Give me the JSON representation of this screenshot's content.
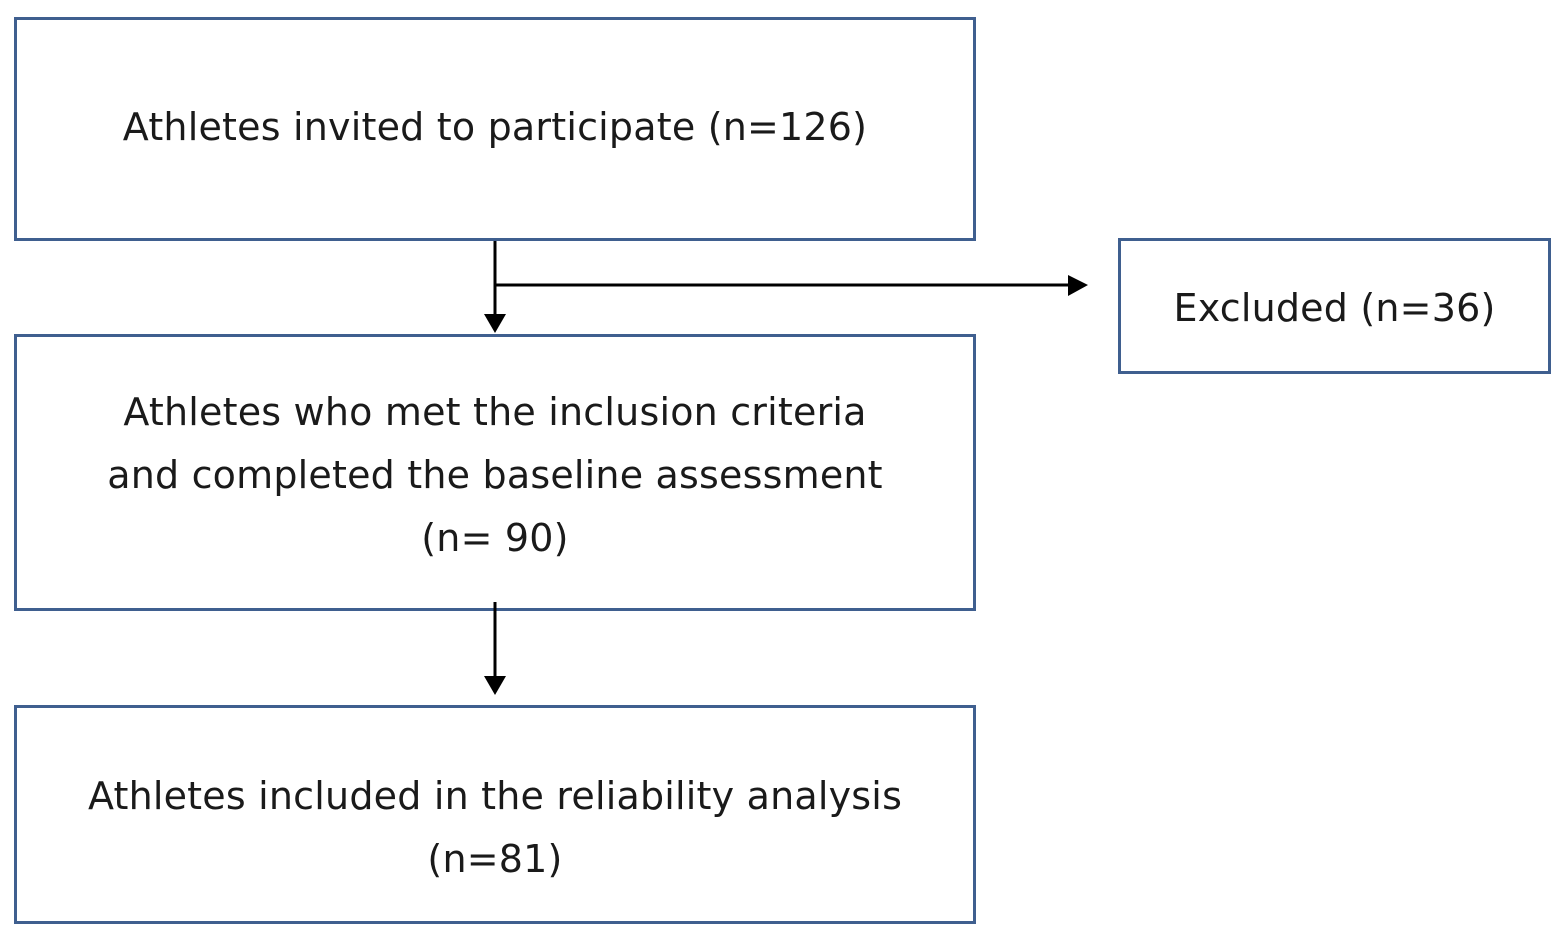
{
  "flowchart": {
    "boxes": {
      "invited": "Athletes invited to participate (n=126)",
      "excluded": "Excluded (n=36)",
      "met_criteria": "Athletes who met the inclusion criteria\nand completed the baseline assessment\n(n= 90)",
      "included": "Athletes included in the reliability analysis\n(n=81)"
    },
    "colors": {
      "box_border": "#3f5f8f",
      "arrow": "#000000",
      "text": "#1a1a1a"
    }
  }
}
